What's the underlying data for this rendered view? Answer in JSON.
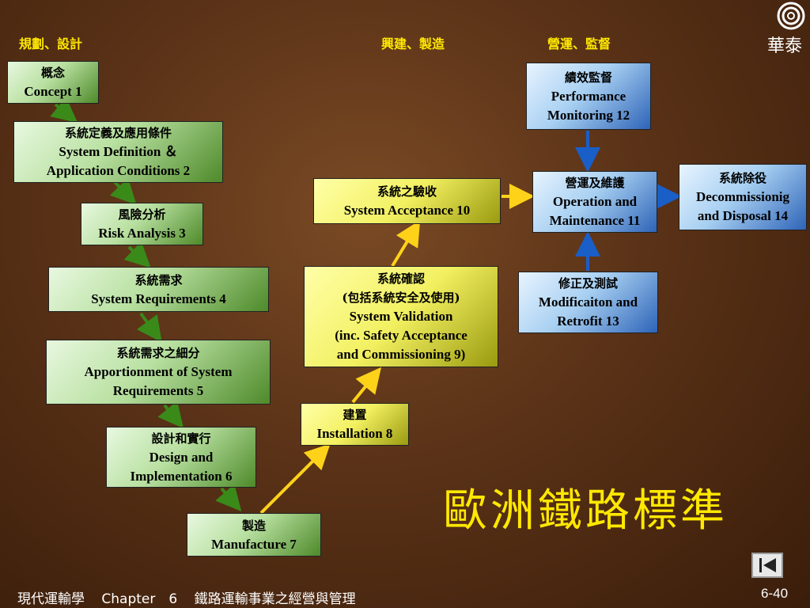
{
  "phases": {
    "planning": "規劃、設計",
    "construction": "興建、製造",
    "operation": "營運、監督"
  },
  "steps": [
    {
      "zh": "概念",
      "en": [
        "Concept 1"
      ]
    },
    {
      "zh": "系統定義及應用條件",
      "en": [
        "System Definition ＆",
        "Application Conditions 2"
      ]
    },
    {
      "zh": "風險分析",
      "en": [
        "Risk Analysis 3"
      ]
    },
    {
      "zh": "系統需求",
      "en": [
        "System Requirements 4"
      ]
    },
    {
      "zh": "系統需求之細分",
      "en": [
        "Apportionment of System",
        "Requirements 5"
      ]
    },
    {
      "zh": "設計和實行",
      "en": [
        "Design and",
        "Implementation 6"
      ]
    },
    {
      "zh": "製造",
      "en": [
        "Manufacture 7"
      ]
    },
    {
      "zh": "建置",
      "en": [
        "Installation 8"
      ]
    },
    {
      "zh": "系統確認",
      "zh2": "(包括系統安全及使用)",
      "en": [
        "System Validation",
        "(inc. Safety Acceptance",
        "and Commissioning 9)"
      ]
    },
    {
      "zh": "系統之驗收",
      "en": [
        "System Acceptance 10"
      ]
    },
    {
      "zh": "營運及維護",
      "en": [
        "Operation and",
        "Maintenance 11"
      ]
    },
    {
      "zh": "績效監督",
      "en": [
        "Performance",
        "Monitoring 12"
      ]
    },
    {
      "zh": "修正及測試",
      "en": [
        "Modificaiton and",
        "Retrofit 13"
      ]
    },
    {
      "zh": "系統除役",
      "en": [
        "Decommissionig",
        "and Disposal 14"
      ]
    }
  ],
  "title": "歐洲鐵路標準",
  "logo": {
    "text": "華泰"
  },
  "footer": {
    "course": "現代運輸學",
    "chapter": "Chapter　6",
    "chapter_title": "鐵路運輸事業之經營與管理",
    "page": "6-40"
  },
  "colors": {
    "phase_planning": "#ffe800",
    "phase_construction": "#ffe800",
    "phase_operation": "#ffe800",
    "title": "#ffe800",
    "arrow_green": "#3a8a1a",
    "arrow_yellow": "#ffd21a",
    "arrow_blue": "#1a5ec8"
  }
}
